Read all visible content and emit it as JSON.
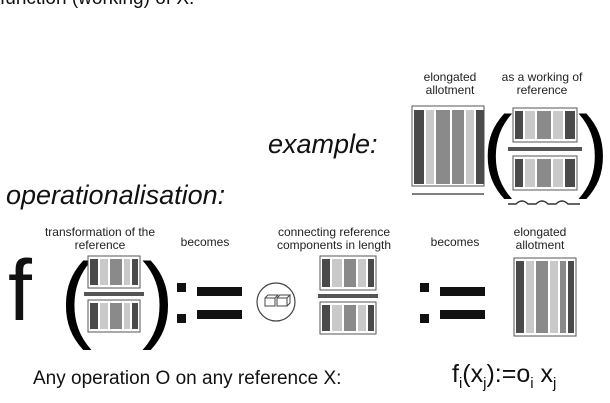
{
  "header": {
    "partial_text": "function (working) of X:"
  },
  "example": {
    "label": "example:",
    "left_caption": "elongated allotment",
    "right_caption": "as a working of reference"
  },
  "operationalisation": {
    "title": "operationalisation:",
    "step1_caption": "transformation of the reference",
    "becomes_1": "becomes",
    "step2_caption": "connecting reference components in length",
    "becomes_2": "becomes",
    "step3_caption": "elongated allotment",
    "function_symbol": "f",
    "assign_symbol_1": ":=",
    "assign_symbol_2": ":="
  },
  "footer": {
    "statement": "Any operation O on any reference X:",
    "formula": {
      "f": "f",
      "sub_i": "i",
      "x": "(x",
      "sub_j": "j",
      "assign": "):=o",
      "sub_i2": "i",
      "space_x": " x",
      "sub_j2": "j"
    }
  },
  "colors": {
    "dark_bar": "#4a4a4a",
    "mid_bar": "#8a8a8a",
    "light_bar": "#c9c9c9",
    "frame": "#555555"
  }
}
